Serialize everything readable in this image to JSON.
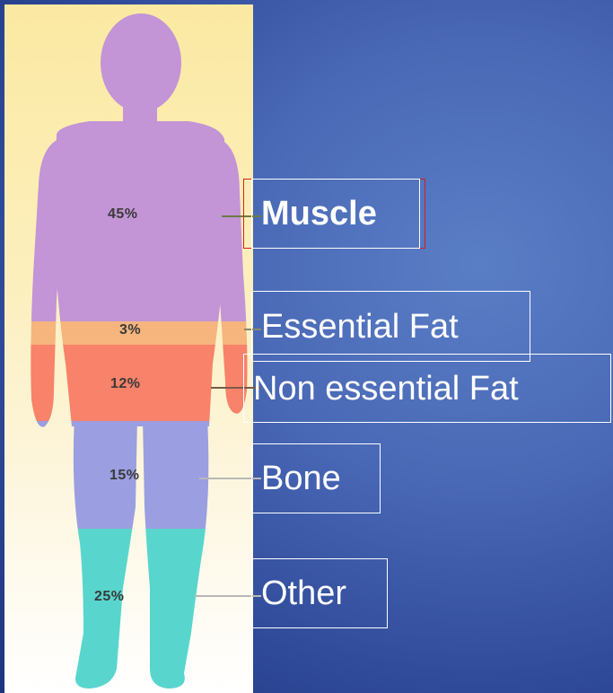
{
  "segments": [
    {
      "key": "muscle",
      "percent": "45%",
      "label": "Muscle",
      "color": "#c394d6"
    },
    {
      "key": "essential_fat",
      "percent": "3%",
      "label": "Essential Fat",
      "color": "#f5b57d"
    },
    {
      "key": "non_essential_fat",
      "percent": "12%",
      "label": "Non essential Fat",
      "color": "#f8826a"
    },
    {
      "key": "bone",
      "percent": "15%",
      "label": "Bone",
      "color": "#9b9ee0"
    },
    {
      "key": "other",
      "percent": "25%",
      "label": "Other",
      "color": "#58d6cd"
    }
  ],
  "colors": {
    "slide_background": "#4a69b6",
    "highlight_border": "#d42020",
    "label_text": "#ffffff"
  }
}
